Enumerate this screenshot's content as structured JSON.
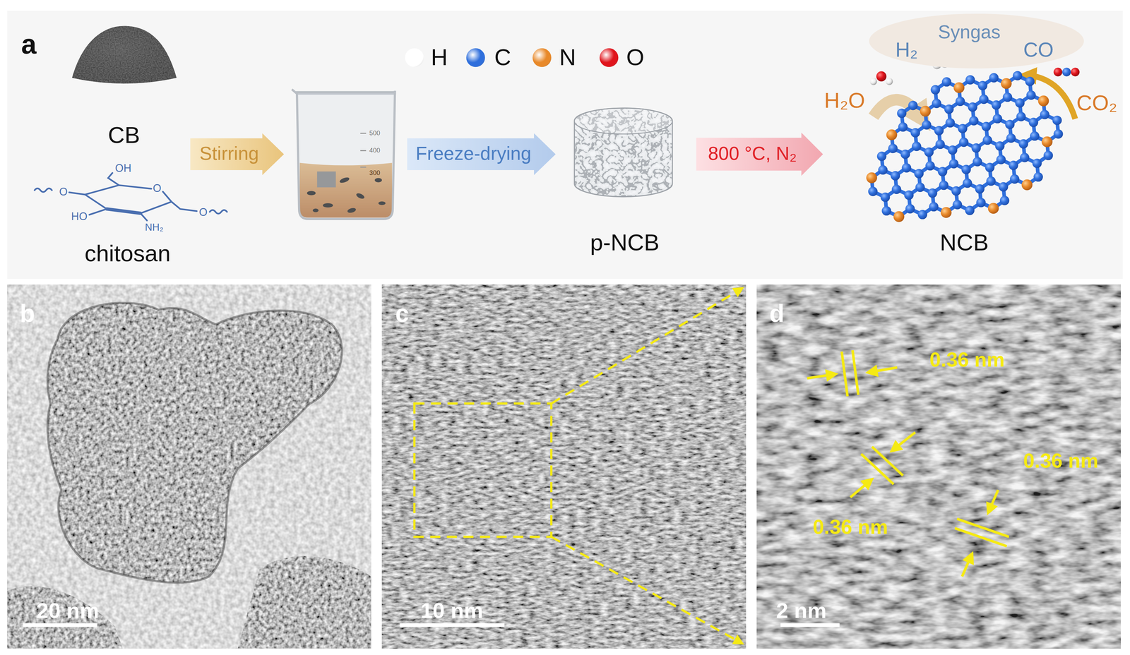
{
  "diagram": {
    "nodes": [
      {
        "text": [
          "Stirring"
        ]
      },
      {
        "text": [
          "Freeze-drying"
        ]
      },
      {
        "text": [
          "800 °C, N₂"
        ]
      },
      {
        "text": [
          "Syngas",
          "H₂",
          "CO"
        ]
      },
      {
        "text": [
          "b",
          "20 nm"
        ]
      },
      {
        "text": [
          "c",
          "10 nm"
        ]
      },
      {
        "text": [
          "d",
          "0.36 nm",
          "0.36 nm",
          "0.36 nm",
          "2 nm"
        ]
      }
    ],
    "labels": [
      "a",
      "CB",
      "OH",
      "O",
      "O",
      "HO",
      "NH₂",
      "O",
      "chitosan",
      "500",
      "400",
      "300",
      "p-NCB",
      "H₂O",
      "CO₂",
      "NCB"
    ],
    "legend": [
      {
        "text": "H",
        "color": "#ffffff"
      },
      {
        "text": "C",
        "color": "#2f6fdc"
      },
      {
        "text": "N",
        "color": "#e8892a"
      },
      {
        "text": "O",
        "color": "#e0141c"
      }
    ]
  }
}
